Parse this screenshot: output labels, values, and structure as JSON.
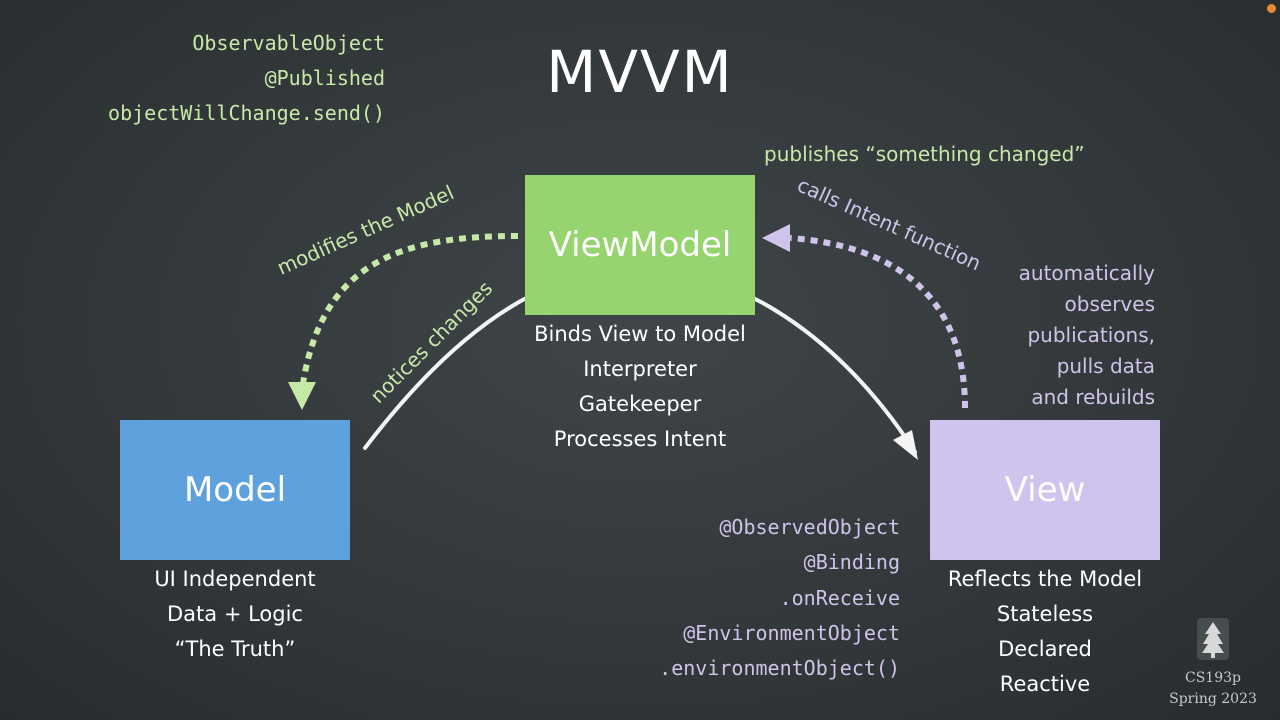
{
  "title": "MVVM",
  "viewmodel_code": [
    "ObservableObject",
    "@Published",
    "objectWillChange.send()"
  ],
  "view_code": [
    "@ObservedObject",
    "@Binding",
    ".onReceive",
    "@EnvironmentObject",
    ".environmentObject()"
  ],
  "boxes": {
    "model": {
      "label": "Model",
      "color": "#5fa1dc"
    },
    "viewmodel": {
      "label": "ViewModel",
      "color": "#95d46e"
    },
    "view": {
      "label": "View",
      "color": "#d0c3ee"
    }
  },
  "descriptions": {
    "model": [
      "UI Independent",
      "Data + Logic",
      "“The Truth”"
    ],
    "viewmodel": [
      "Binds View to Model",
      "Interpreter",
      "Gatekeeper",
      "Processes Intent"
    ],
    "view": [
      "Reflects the Model",
      "Stateless",
      "Declared",
      "Reactive"
    ]
  },
  "arrow_labels": {
    "publishes": "publishes “something changed”",
    "modifies": "modifies the Model",
    "notices": "notices changes",
    "calls": "calls Intent function",
    "automatically": [
      "automatically",
      "observes",
      "publications,",
      "pulls data",
      "and rebuilds"
    ]
  },
  "footer": {
    "course": "CS193p",
    "term": "Spring 2023"
  },
  "colors": {
    "green_text": "#c6e9a8",
    "purple_text": "#cfc3ea",
    "background": "#33383b"
  }
}
